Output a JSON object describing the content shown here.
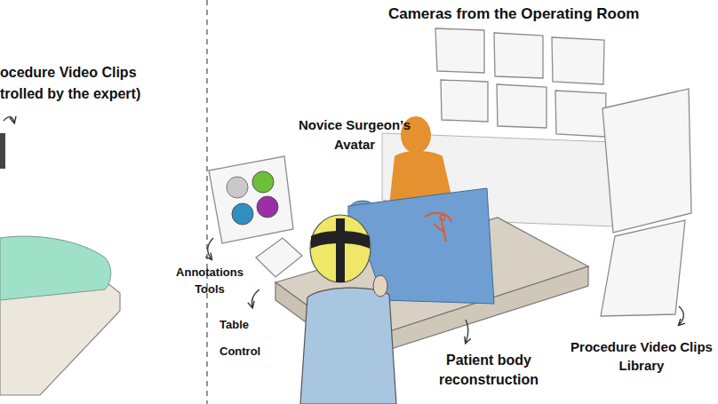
{
  "diagram": {
    "labels": [
      "ocedure Video Clips",
      "trolled by the expert)",
      "Cameras from the Operating Room",
      "Novice Surgeon’s Avatar",
      "Annotations Tools",
      "Table Control",
      "Patient body reconstruction",
      "Procedure Video Clips Library"
    ]
  }
}
